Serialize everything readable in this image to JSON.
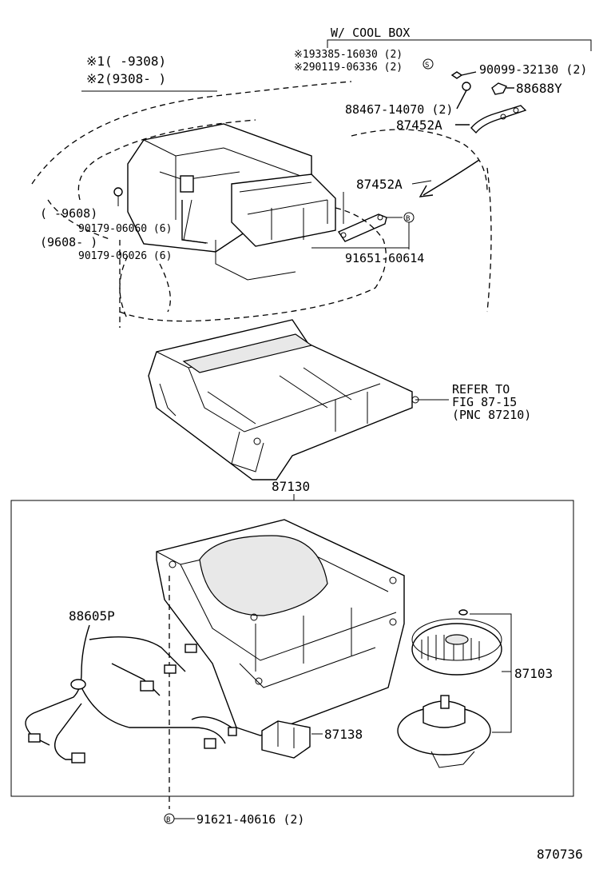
{
  "labels": {
    "cool_box_header": "W/ COOL BOX",
    "note1": "※1(       -9308)",
    "note2": "※2(9308-      )",
    "p193385": "※193385-16030 (2)",
    "p290119": "※290119-06336 (2)",
    "p90099": "90099-32130 (2)",
    "p88688": "88688Y",
    "p88467": "88467-14070 (2)",
    "p87452a_top": "87452A",
    "p87452a_mid": "87452A",
    "range_9608_end": "(      -9608)",
    "p90179_06060": "90179-06060 (6)",
    "range_9608_start": "(9608-      )",
    "p90179_06026": "90179-06026 (6)",
    "p91651": "91651-60614",
    "refer_line1": "REFER TO",
    "refer_line2": "FIG 87-15",
    "refer_line3": "(PNC 87210)",
    "p87130": "87130",
    "p88605p": "88605P",
    "p87103": "87103",
    "p87138": "87138",
    "p91621": "91621-40616 (2)",
    "figure_no": "870736",
    "mark_s": "S",
    "mark_b1": "B",
    "mark_b2": "B"
  }
}
